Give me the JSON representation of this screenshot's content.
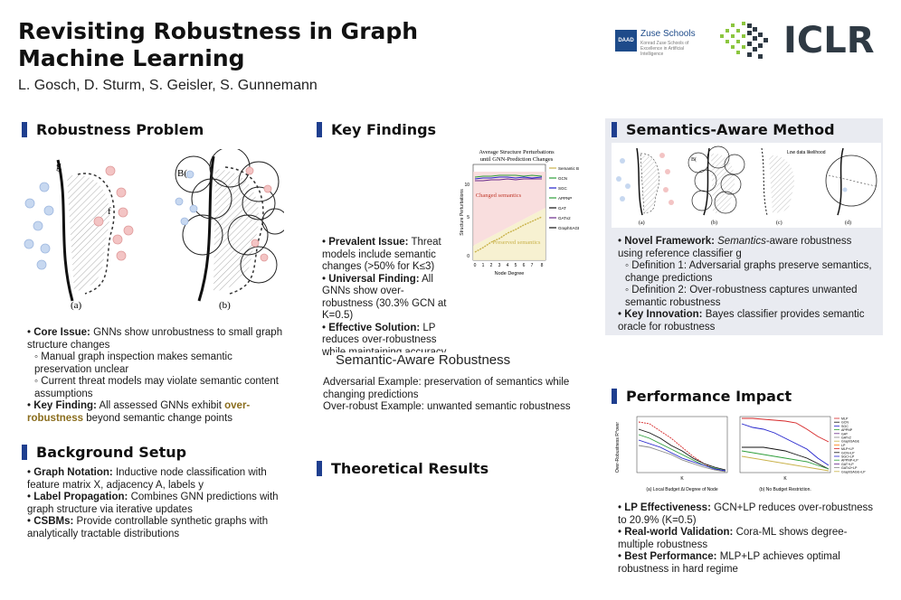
{
  "header": {
    "title": "Revisiting Robustness in Graph Machine Learning",
    "authors": "L. Gosch, D. Sturm, S. Geisler, S. Gunnemann",
    "logos": {
      "daad": "DAAD",
      "zuse": "Zuse Schools",
      "zuse_sub": "Konrad Zuse Schools of Excellence in Artificial Intelligence",
      "iclr": "ICLR"
    }
  },
  "robustness_problem": {
    "heading": "Robustness Problem",
    "figure_labels": {
      "g": "g",
      "f": "f",
      "B": "B(",
      "a": "(a)",
      "b": "(b)"
    },
    "core_issue_label": "Core Issue:",
    "core_issue_text": "GNNs show unrobustness to small graph structure changes",
    "sub1": "Manual graph inspection makes semantic preservation unclear",
    "sub2": "Current threat models may violate semantic content assumptions",
    "key_finding_label": "Key Finding:",
    "key_finding_pre": "All assessed GNNs exhibit",
    "key_finding_hl": "over-robustness",
    "key_finding_post": "beyond semantic change points"
  },
  "background": {
    "heading": "Background Setup",
    "b1_label": "Graph Notation:",
    "b1_text": "Inductive node classification with feature matrix X, adjacency A, labels y",
    "b2_label": "Label Propagation:",
    "b2_text": "Combines GNN predictions with graph structure via iterative updates",
    "b3_label": "CSBMs:",
    "b3_text": "Provide controllable synthetic graphs with analytically tractable distributions"
  },
  "key_findings": {
    "heading": "Key Findings",
    "chart": {
      "title": "Average Structure Perturbations until GNN-Prediction Changes",
      "xlabel": "Node Degree",
      "ylabel": "Structure Perturbations",
      "changed_label": "Changed semantics",
      "preserved_label": "Preserved semantics",
      "legend": [
        "Semantic Boundary",
        "GCN",
        "SGC",
        "APPNP",
        "GAT",
        "GATv2",
        "GraphSAGE"
      ],
      "legend_colors": [
        "#c9b24a",
        "#2e9e3a",
        "#2222cc",
        "#2e9e3a",
        "#111111",
        "#6a2a8a",
        "#111111"
      ],
      "x_ticks": [
        "0",
        "1",
        "2",
        "3",
        "4",
        "5",
        "6",
        "7",
        "8"
      ],
      "y_ticks": [
        "10",
        "5",
        "0"
      ]
    },
    "f1_label": "Prevalent Issue:",
    "f1_text": "Threat models include semantic changes (>50% for K≤3)",
    "f2_label": "Universal Finding:",
    "f2_text": "All GNNs show over-robustness (30.3% GCN at K=0.5)",
    "f3_label": "Effective Solution:",
    "f3_text": "LP reduces over-robustness while maintaining accuracy"
  },
  "semantic_robustness": {
    "heading": "Semantic-Aware Robustness",
    "line1": "Adversarial Example: preservation of semantics while changing predictions",
    "line2": "Over-robust Example: unwanted semantic robustness"
  },
  "theoretical": {
    "heading": "Theoretical Results"
  },
  "semantics_method": {
    "heading": "Semantics-Aware Method",
    "figure_labels": [
      "(a)",
      "(b)",
      "(c)",
      "(d)"
    ],
    "low_data": "Low data likelihood",
    "m1_label": "Novel Framework:",
    "m1_italic": "Semantics",
    "m1_text": "-aware robustness using reference classifier g",
    "sub1": "Definition 1: Adversarial graphs preserve semantics, change predictions",
    "sub2": "Definition 2: Over-robustness captures unwanted semantic robustness",
    "m2_label": "Key Innovation:",
    "m2_text": "Bayes classifier provides semantic oracle for robustness"
  },
  "performance": {
    "heading": "Performance Impact",
    "chart_a_caption": "(a) Local Budget Δi Degree of Node",
    "chart_b_caption": "(b) No Budget Restriction.",
    "ylabel": "Over-Robustness R^over",
    "xlabel": "K",
    "legend": [
      "MLP",
      "GCN",
      "SGC",
      "APPNP",
      "GAT",
      "GATv2",
      "GraphSAGE",
      "LP",
      "MLP+LP",
      "GCN+LP",
      "SGC+LP",
      "APPNP+LP",
      "GAT+LP",
      "GATv2+LP",
      "GraphSAGE+LP"
    ],
    "p1_label": "LP Effectiveness:",
    "p1_text": "GCN+LP reduces over-robustness to 20.9% (K=0.5)",
    "p2_label": "Real-world Validation:",
    "p2_text": "Cora-ML shows degree-multiple robustness",
    "p3_label": "Best Performance:",
    "p3_text": "MLP+LP achieves optimal robustness in hard regime"
  }
}
